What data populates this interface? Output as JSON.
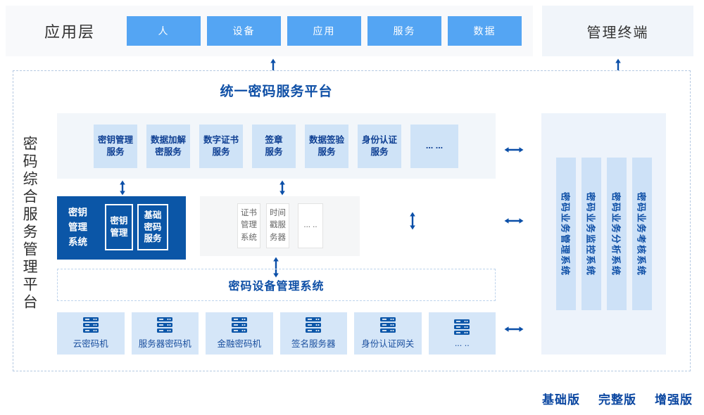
{
  "colors": {
    "button_blue": "#54a5f3",
    "dark_blue": "#0b56a7",
    "title_blue": "#0e4fa6",
    "arrow_blue": "#0b4fa8",
    "light_blue_fill": "#cfe3f7"
  },
  "app_layer": {
    "label": "应用层",
    "items": [
      "人",
      "设备",
      "应用",
      "服务",
      "数据"
    ]
  },
  "management_terminal": {
    "label": "管理终端"
  },
  "platform": {
    "side_label": "密码综合服务管理平台",
    "unified_service_platform": {
      "title": "统一密码服务平台",
      "services": [
        "密钥管理\n服务",
        "数据加解\n密服务",
        "数字证书\n服务",
        "签章\n服务",
        "数据签验\n服务",
        "身份认证\n服务",
        "... ..."
      ]
    },
    "key_management_system": {
      "label": "密钥\n管理\n系统",
      "modules": [
        "密钥\n管理",
        "基础\n密码\n服务"
      ]
    },
    "support_systems": [
      "证书\n管理\n系统",
      "时间\n戳服\n务器",
      "... .."
    ],
    "device_management_system": {
      "title": "密码设备管理系统"
    },
    "devices": [
      "云密码机",
      "服务器密码机",
      "金融密码机",
      "签名服务器",
      "身份认证网关",
      "... .."
    ],
    "business_systems": [
      "密码业务管理系统",
      "密码业务监控系统",
      "密码业务分析系统",
      "密码业务考核系统"
    ]
  },
  "editions": [
    "基础版",
    "完整版",
    "增强版"
  ]
}
